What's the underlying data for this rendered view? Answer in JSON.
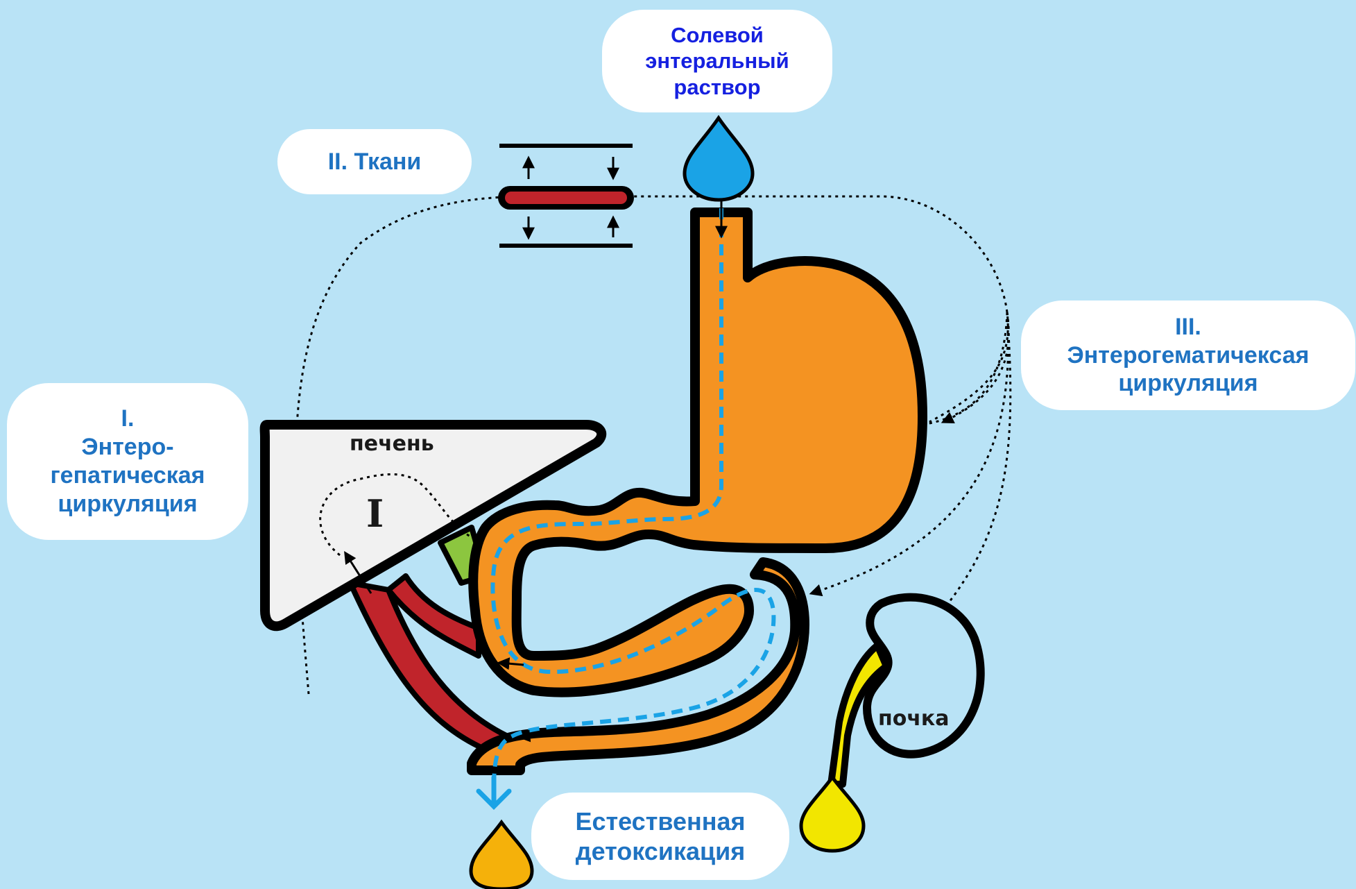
{
  "labels": {
    "solution": [
      "Солевой",
      "энтеральный",
      "раствор"
    ],
    "tissues": "II. Ткани",
    "entero_hematic": [
      "III.",
      "Энтерогематичексая",
      "циркуляция"
    ],
    "entero_hepatic": [
      "I.",
      "Энтеро-",
      "гепатическая",
      "циркуляция"
    ],
    "natural_detox": [
      "Естественная",
      "детоксикация"
    ],
    "liver": "печень",
    "kidney": "почка",
    "liver_marker": "I"
  },
  "colors": {
    "background": "#b9e3f6",
    "label_text": "#1f73c2",
    "solution_text": "#1520e0",
    "gut": "#f49322",
    "flow_line": "#1aa3e6",
    "vessel": "#c0242b",
    "bile_duct": "#8cc63f",
    "urine": "#f2e600",
    "waste": "#f5b10a",
    "droplet_blue": "#1aa3e6"
  }
}
